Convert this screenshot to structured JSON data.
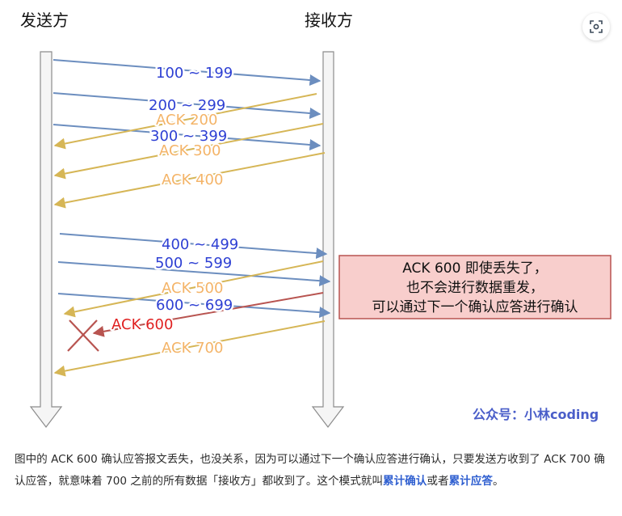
{
  "diagram": {
    "sender_label": "发送方",
    "receiver_label": "接收方",
    "data_segments": [
      "100 ~ 199",
      "200 ~ 299",
      "300 ~ 399",
      "400 ~ 499",
      "500 ~ 599",
      "600 ~ 699"
    ],
    "acks": [
      "ACK 200",
      "ACK 300",
      "ACK 400",
      "ACK 500",
      "ACK 600",
      "ACK 700"
    ],
    "note_lines": [
      "ACK 600 即使丢失了，",
      "也不会进行数据重发，",
      "可以通过下一个确认应答进行确认"
    ],
    "watermark": "公众号：小林coding",
    "colors": {
      "data_arrow": "#6c8ebf",
      "data_text": "#2d3fd3",
      "ack_arrow": "#d6b656",
      "ack_text": "#f4b468",
      "lost_ack": "#b85450",
      "lost_text": "#e02020",
      "note_fill": "#f8cecc",
      "note_stroke": "#b85450",
      "watermark": "#4a5ec9"
    }
  },
  "lens_icon": "image-search-icon",
  "caption": {
    "part1": "图中的 ACK 600 确认应答报文丢失，也没关系，因为可以通过下一个确认应答进行确认，只要发送方收到了 ACK 700 确认应答，就意味着 700 之前的所有数据「接收方」都收到了。这个模式就叫",
    "term1": "累计确认",
    "part2": "或者",
    "term2": "累计应答",
    "part3": "。"
  }
}
